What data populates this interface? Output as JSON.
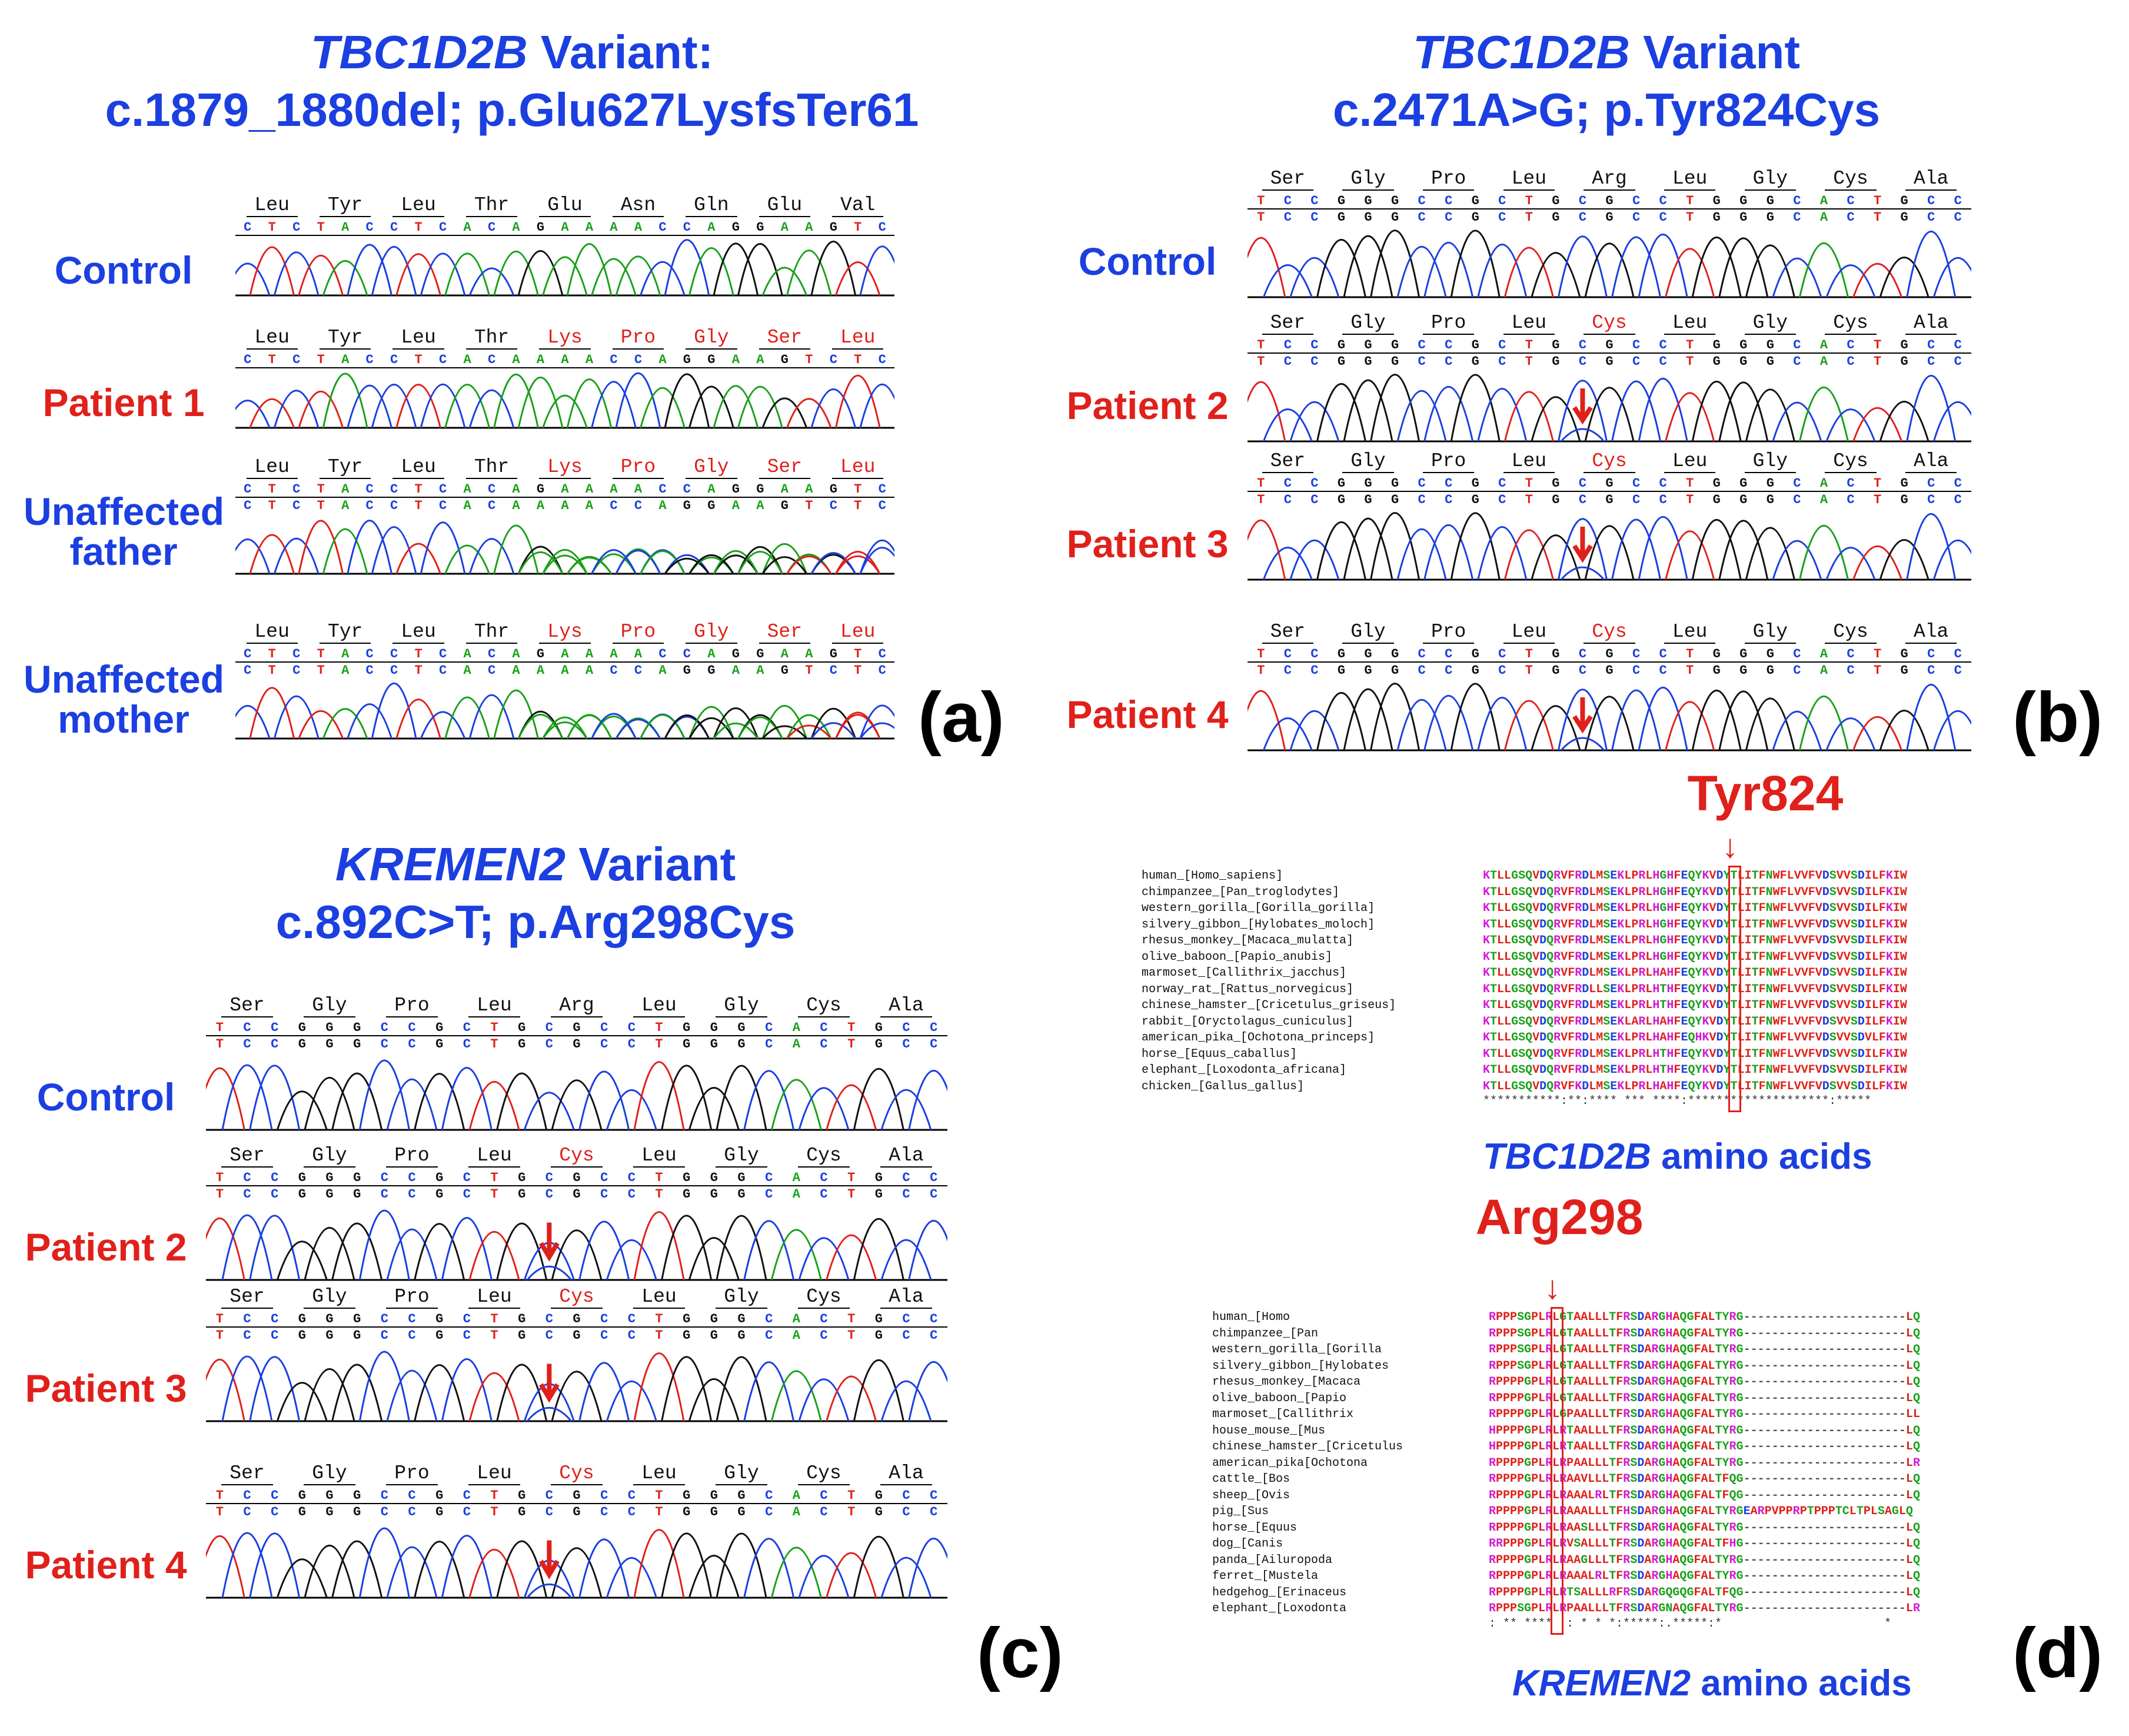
{
  "panel_a": {
    "title_gene": "TBC1D2B",
    "title_rest1": " Variant:",
    "title_line2": "c.1879_1880del; p.Glu627LysfsTer61",
    "tag": "(a)",
    "rows": [
      {
        "label": "Control",
        "color": "blue",
        "aa": [
          "Leu",
          "Tyr",
          "Leu",
          "Thr",
          "Glu",
          "Asn",
          "Gln",
          "Glu",
          "Val"
        ],
        "aa_red": [
          false,
          false,
          false,
          false,
          false,
          false,
          false,
          false,
          false
        ],
        "nt1": "CTCTACCTCACAGAAAACCAGGAAGTC",
        "nt2": ""
      },
      {
        "label": "Patient 1",
        "color": "red",
        "aa": [
          "Leu",
          "Tyr",
          "Leu",
          "Thr",
          "Lys",
          "Pro",
          "Gly",
          "Ser",
          "Leu"
        ],
        "aa_red": [
          false,
          false,
          false,
          false,
          true,
          true,
          true,
          true,
          true
        ],
        "nt1": "CTCTACCTCACAAAACCAGGAAGTCTC",
        "nt2": ""
      },
      {
        "label": "Unaffected father",
        "color": "blue",
        "aa": [
          "Leu",
          "Tyr",
          "Leu",
          "Thr",
          "Lys",
          "Pro",
          "Gly",
          "Ser",
          "Leu"
        ],
        "aa_red": [
          false,
          false,
          false,
          false,
          true,
          true,
          true,
          true,
          true
        ],
        "nt1": "CTCTACCTCACAGAAAACCAGGAAGTC",
        "nt2": "CTCTACCTCACAAAACCAGGAAGTCTC"
      },
      {
        "label": "Unaffected mother",
        "color": "blue",
        "aa": [
          "Leu",
          "Tyr",
          "Leu",
          "Thr",
          "Lys",
          "Pro",
          "Gly",
          "Ser",
          "Leu"
        ],
        "aa_red": [
          false,
          false,
          false,
          false,
          true,
          true,
          true,
          true,
          true
        ],
        "nt1": "CTCTACCTCACAGAAAACCAGGAAGTC",
        "nt2": "CTCTACCTCACAAAACCAGGAAGTCTC"
      }
    ]
  },
  "panel_b": {
    "title_gene": "TBC1D2B",
    "title_rest1": " Variant",
    "title_line2": "c.2471A>G; p.Tyr824Cys",
    "tag": "(b)",
    "rows": [
      {
        "label": "Control",
        "color": "blue",
        "aa": [
          "Ser",
          "Gly",
          "Pro",
          "Leu",
          "Arg",
          "Leu",
          "Gly",
          "Cys",
          "Ala"
        ],
        "aa_red": [
          false,
          false,
          false,
          false,
          false,
          false,
          false,
          false,
          false
        ],
        "arrow": false
      },
      {
        "label": "Patient 2",
        "color": "red",
        "aa": [
          "Ser",
          "Gly",
          "Pro",
          "Leu",
          "Cys",
          "Leu",
          "Gly",
          "Cys",
          "Ala"
        ],
        "aa_red": [
          false,
          false,
          false,
          false,
          true,
          false,
          false,
          false,
          false
        ],
        "arrow": true
      },
      {
        "label": "Patient 3",
        "color": "red",
        "aa": [
          "Ser",
          "Gly",
          "Pro",
          "Leu",
          "Cys",
          "Leu",
          "Gly",
          "Cys",
          "Ala"
        ],
        "aa_red": [
          false,
          false,
          false,
          false,
          true,
          false,
          false,
          false,
          false
        ],
        "arrow": true
      },
      {
        "label": "Patient 4",
        "color": "red",
        "aa": [
          "Ser",
          "Gly",
          "Pro",
          "Leu",
          "Cys",
          "Leu",
          "Gly",
          "Cys",
          "Ala"
        ],
        "aa_red": [
          false,
          false,
          false,
          false,
          true,
          false,
          false,
          false,
          false
        ],
        "arrow": true
      }
    ],
    "nt1": "TCCGGGCCGCTGCGCCTGGGCACTGCC",
    "nt2": "TCCGGGCCGCTGCGCCTGGGCACTGCC"
  },
  "panel_c": {
    "title_gene": "KREMEN2",
    "title_rest1": " Variant",
    "title_line2": "c.892C>T; p.Arg298Cys",
    "tag": "(c)",
    "rows": [
      {
        "label": "Control",
        "color": "blue",
        "aa": [
          "Ser",
          "Gly",
          "Pro",
          "Leu",
          "Arg",
          "Leu",
          "Gly",
          "Cys",
          "Ala"
        ],
        "aa_red": [
          false,
          false,
          false,
          false,
          false,
          false,
          false,
          false,
          false
        ],
        "arrow": false
      },
      {
        "label": "Patient 2",
        "color": "red",
        "aa": [
          "Ser",
          "Gly",
          "Pro",
          "Leu",
          "Cys",
          "Leu",
          "Gly",
          "Cys",
          "Ala"
        ],
        "aa_red": [
          false,
          false,
          false,
          false,
          true,
          false,
          false,
          false,
          false
        ],
        "arrow": true
      },
      {
        "label": "Patient 3",
        "color": "red",
        "aa": [
          "Ser",
          "Gly",
          "Pro",
          "Leu",
          "Cys",
          "Leu",
          "Gly",
          "Cys",
          "Ala"
        ],
        "aa_red": [
          false,
          false,
          false,
          false,
          true,
          false,
          false,
          false,
          false
        ],
        "arrow": true
      },
      {
        "label": "Patient 4",
        "color": "red",
        "aa": [
          "Ser",
          "Gly",
          "Pro",
          "Leu",
          "Cys",
          "Leu",
          "Gly",
          "Cys",
          "Ala"
        ],
        "aa_red": [
          false,
          false,
          false,
          false,
          true,
          false,
          false,
          false,
          false
        ],
        "arrow": true
      }
    ],
    "nt1": "TCCGGGCCGCTGCGCCTGGGCACTGCC",
    "nt2": "TCCGGGCCGCTGCGCCTGGGCACTGCC"
  },
  "panel_d": {
    "tag": "(d)",
    "tbc": {
      "residue": "Tyr824",
      "gene": "TBC1D2B",
      "suffix": "  amino acids",
      "species": [
        "human_[Homo_sapiens]",
        "chimpanzee_[Pan_troglodytes]",
        "western_gorilla_[Gorilla_gorilla]",
        "silvery_gibbon_[Hylobates_moloch]",
        "rhesus_monkey_[Macaca_mulatta]",
        "olive_baboon_[Papio_anubis]",
        "marmoset_[Callithrix_jacchus]",
        "norway_rat_[Rattus_norvegicus]",
        "chinese_hamster_[Cricetulus_griseus]",
        "rabbit_[Oryctolagus_cuniculus]",
        "american_pika_[Ochotona_princeps]",
        "horse_[Equus_caballus]",
        "elephant_[Loxodonta_africana]",
        "chicken_[Gallus_gallus]"
      ],
      "seqs": [
        "KTLLGSQVDQRVFRDLMSEKLPRLHGHFEQYKVDYTLITFNWFLVVFVDSVVSDILFKIW",
        "KTLLGSQVDQRVFRDLMSEKLPRLHGHFEQYKVDYTLITFNWFLVVFVDSVVSDILFKIW",
        "KTLLGSQVDQRVFRDLMSEKLPRLHGHFEQYKVDYTLITFNWFLVVFVDSVVSDILFKIW",
        "KTLLGSQVDQRVFRDLMSEKLPRLHGHFEQYKVDYTLITFNWFLVVFVDSVVSDILFKIW",
        "KTLLGSQVDQRVFRDLMSEKLPRLHGHFEQYKVDYTLITFNWFLVVFVDSVVSDILFKIW",
        "KTLLGSQVDQRVFRDLMSEKLPRLHGHFEQYKVDYTLITFNWFLVVFVDSVVSDILFKIW",
        "KTLLGSQVDQRVFRDLMSEKLPRLHAHFEQYKVDYTLITFNWFLVVFVDSVVSDILFKIW",
        "KTLLGSQVDQRVFRDLLSEKLPRLHTHFEQYKVDYTLITFNWFLVVFVDSVVSDILFKIW",
        "KTLLGSQVDQRVFRDLMSEKLPRLHTHFEQYKVDYTLITFNWFLVVFVDSVVSDILFKIW",
        "KTLLGSQVDQRVFRDLMSEKLARLHAHFEQYKVDYTLITFNWFLVVFVDSVVSDILFKIW",
        "KTLLGSQVDQRVFRDLMSEKLPRLHAHFEQHKVDYTLITFNWFLVVFVDSVVSDVLFKIW",
        "KTLLGSQVDQRVFRDLMSEKLPRLHTHFEQYKVDYTLITFNWFLVVFVDSVVSDILFKIW",
        "KTLLGSQVDQRVFRDLMSEKLPRLHTHFEQYKVDYTLITFNWFLVVFVDSVVSDILFKIW",
        "KTLLGSQVDQRVFKDLMSEKLPRLHAHFEQYKVDYTLITFNWFLVVFVDSVVSDILFKIW"
      ],
      "consensus": "***********:**:**** *** ****:********************:*****"
    },
    "krem": {
      "residue": "Arg298",
      "gene": "KREMEN2",
      "suffix": "  amino acids",
      "species": [
        "human_[Homo",
        "chimpanzee_[Pan",
        "western_gorilla_[Gorilla",
        "silvery_gibbon_[Hylobates",
        "rhesus_monkey_[Macaca",
        "olive_baboon_[Papio",
        "marmoset_[Callithrix",
        "house_mouse_[Mus",
        "chinese_hamster_[Cricetulus",
        "american_pika[Ochotona",
        "cattle_[Bos",
        "sheep_[Ovis",
        "pig_[Sus",
        "horse_[Equus",
        "dog_[Canis",
        "panda_[Ailuropoda",
        "ferret_[Mustela",
        "hedgehog_[Erinaceus",
        "elephant_[Loxodonta"
      ],
      "seqs": [
        "RPPPSGPLRLGTAALLLTFRSDARGHAQGFALTYRG-----------------------LQ",
        "RPPPSGPLRLGTAALLLTFRSDARGHAQGFALTYRG-----------------------LQ",
        "RPPPSGPLRLGTAALLLTFRSDARGHAQGFALTYRG-----------------------LQ",
        "RPPPSGPLRLGTAALLLTFRSDARGHAQGFALTYRG-----------------------LQ",
        "RPPPPGPLRLGTAALLLTFRSDARGHAQGFALTYRG-----------------------LQ",
        "RPPPPGPLRLGTAALLLTFRSDARGHAQGFALTYRG-----------------------LQ",
        "RPPPPGPLRLGPAALLLTFRSDARGHAQGFALTYRG-----------------------LL",
        "HPPPPGPLRLRTAALLLTFRSDARGHAQGFALTYRG-----------------------LQ",
        "HPPPPGPLRLRTAALLLTFRSDARGHAQGFALTYRG-----------------------LQ",
        "RPPPPGPLRLRPAALLLTFRSDARGHAQGFALTYRG-----------------------LR",
        "RPPPPGPLRLRAAVLLLTFRSDARGHAQGFALTFQG-----------------------LQ",
        "RPPPPGPLRLRAAALRLTFRSDARGHAQGFALTFQG-----------------------LQ",
        "RPPPPGPLRLRAAALLLTFHSDARGHAQGFALTYRGEARPVPPRPTPPPTCLTPLSAGLQ",
        "RPPPPGPLRLRAASLLLTFRSDARGHAQGFALTYRG-----------------------LQ",
        "RRPPPGPLRLRVSALLLTFRSDARGHAQGFALTFHG-----------------------LQ",
        "RPPPPGPLRLRAAGLLLTFRSDARGHAQGFALTYRG-----------------------LQ",
        "RPPPPGPLRLRAAALRLTFRSDARGHAQGFALTYRG-----------------------LQ",
        "RPPPPGPLRLRTSALLLRFRSDARGQGQGFALTFQG-----------------------LQ",
        "RPPPSGPLRLRPAALLLTFRSDARGNAQGFALTYRG-----------------------LR"
      ],
      "consensus": ": ** ****  : * * *:*****:.*****:*                       *"
    }
  },
  "colors": {
    "blue": "#1b3fe0",
    "red": "#e0201b",
    "A": "#1aa01a",
    "C": "#1b3fe0",
    "G": "#111111",
    "T": "#e0201b"
  }
}
